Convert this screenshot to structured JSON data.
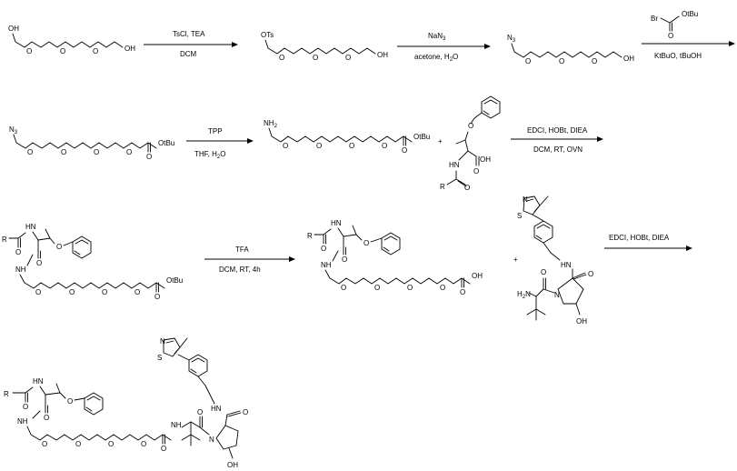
{
  "reactions": [
    {
      "reagents": "TsCl, TEA",
      "solvent": "DCM"
    },
    {
      "reagents": "NaN",
      "reagents_sub": "3",
      "solvent_parts": [
        "acetone, H",
        "2",
        "O"
      ]
    },
    {
      "reagents": "",
      "solvent": "KtBuO, tBuOH"
    },
    {
      "reagents": "TPP",
      "solvent_parts": [
        "THF, H",
        "2",
        "O"
      ]
    },
    {
      "reagents": "EDCI, HOBt, DIEA",
      "solvent": "DCM, RT, OVN"
    },
    {
      "reagents": "TFA",
      "solvent": "DCM, RT, 4h"
    },
    {
      "reagents": "EDCI, HOBt, DIEA",
      "solvent": ""
    }
  ],
  "labels": {
    "oh": "OH",
    "o": "O",
    "ots": "OTs",
    "n3": "N",
    "n3_sub": "3",
    "nh2": "NH",
    "nh2_sub": "2",
    "otbu": "OtBu",
    "br": "Br",
    "nh": "NH",
    "hn": "HN",
    "r": "R",
    "n": "N",
    "s": "S",
    "h2n": "H",
    "h2n_sub": "2",
    "h2n_n": "N",
    "plus": "+"
  }
}
